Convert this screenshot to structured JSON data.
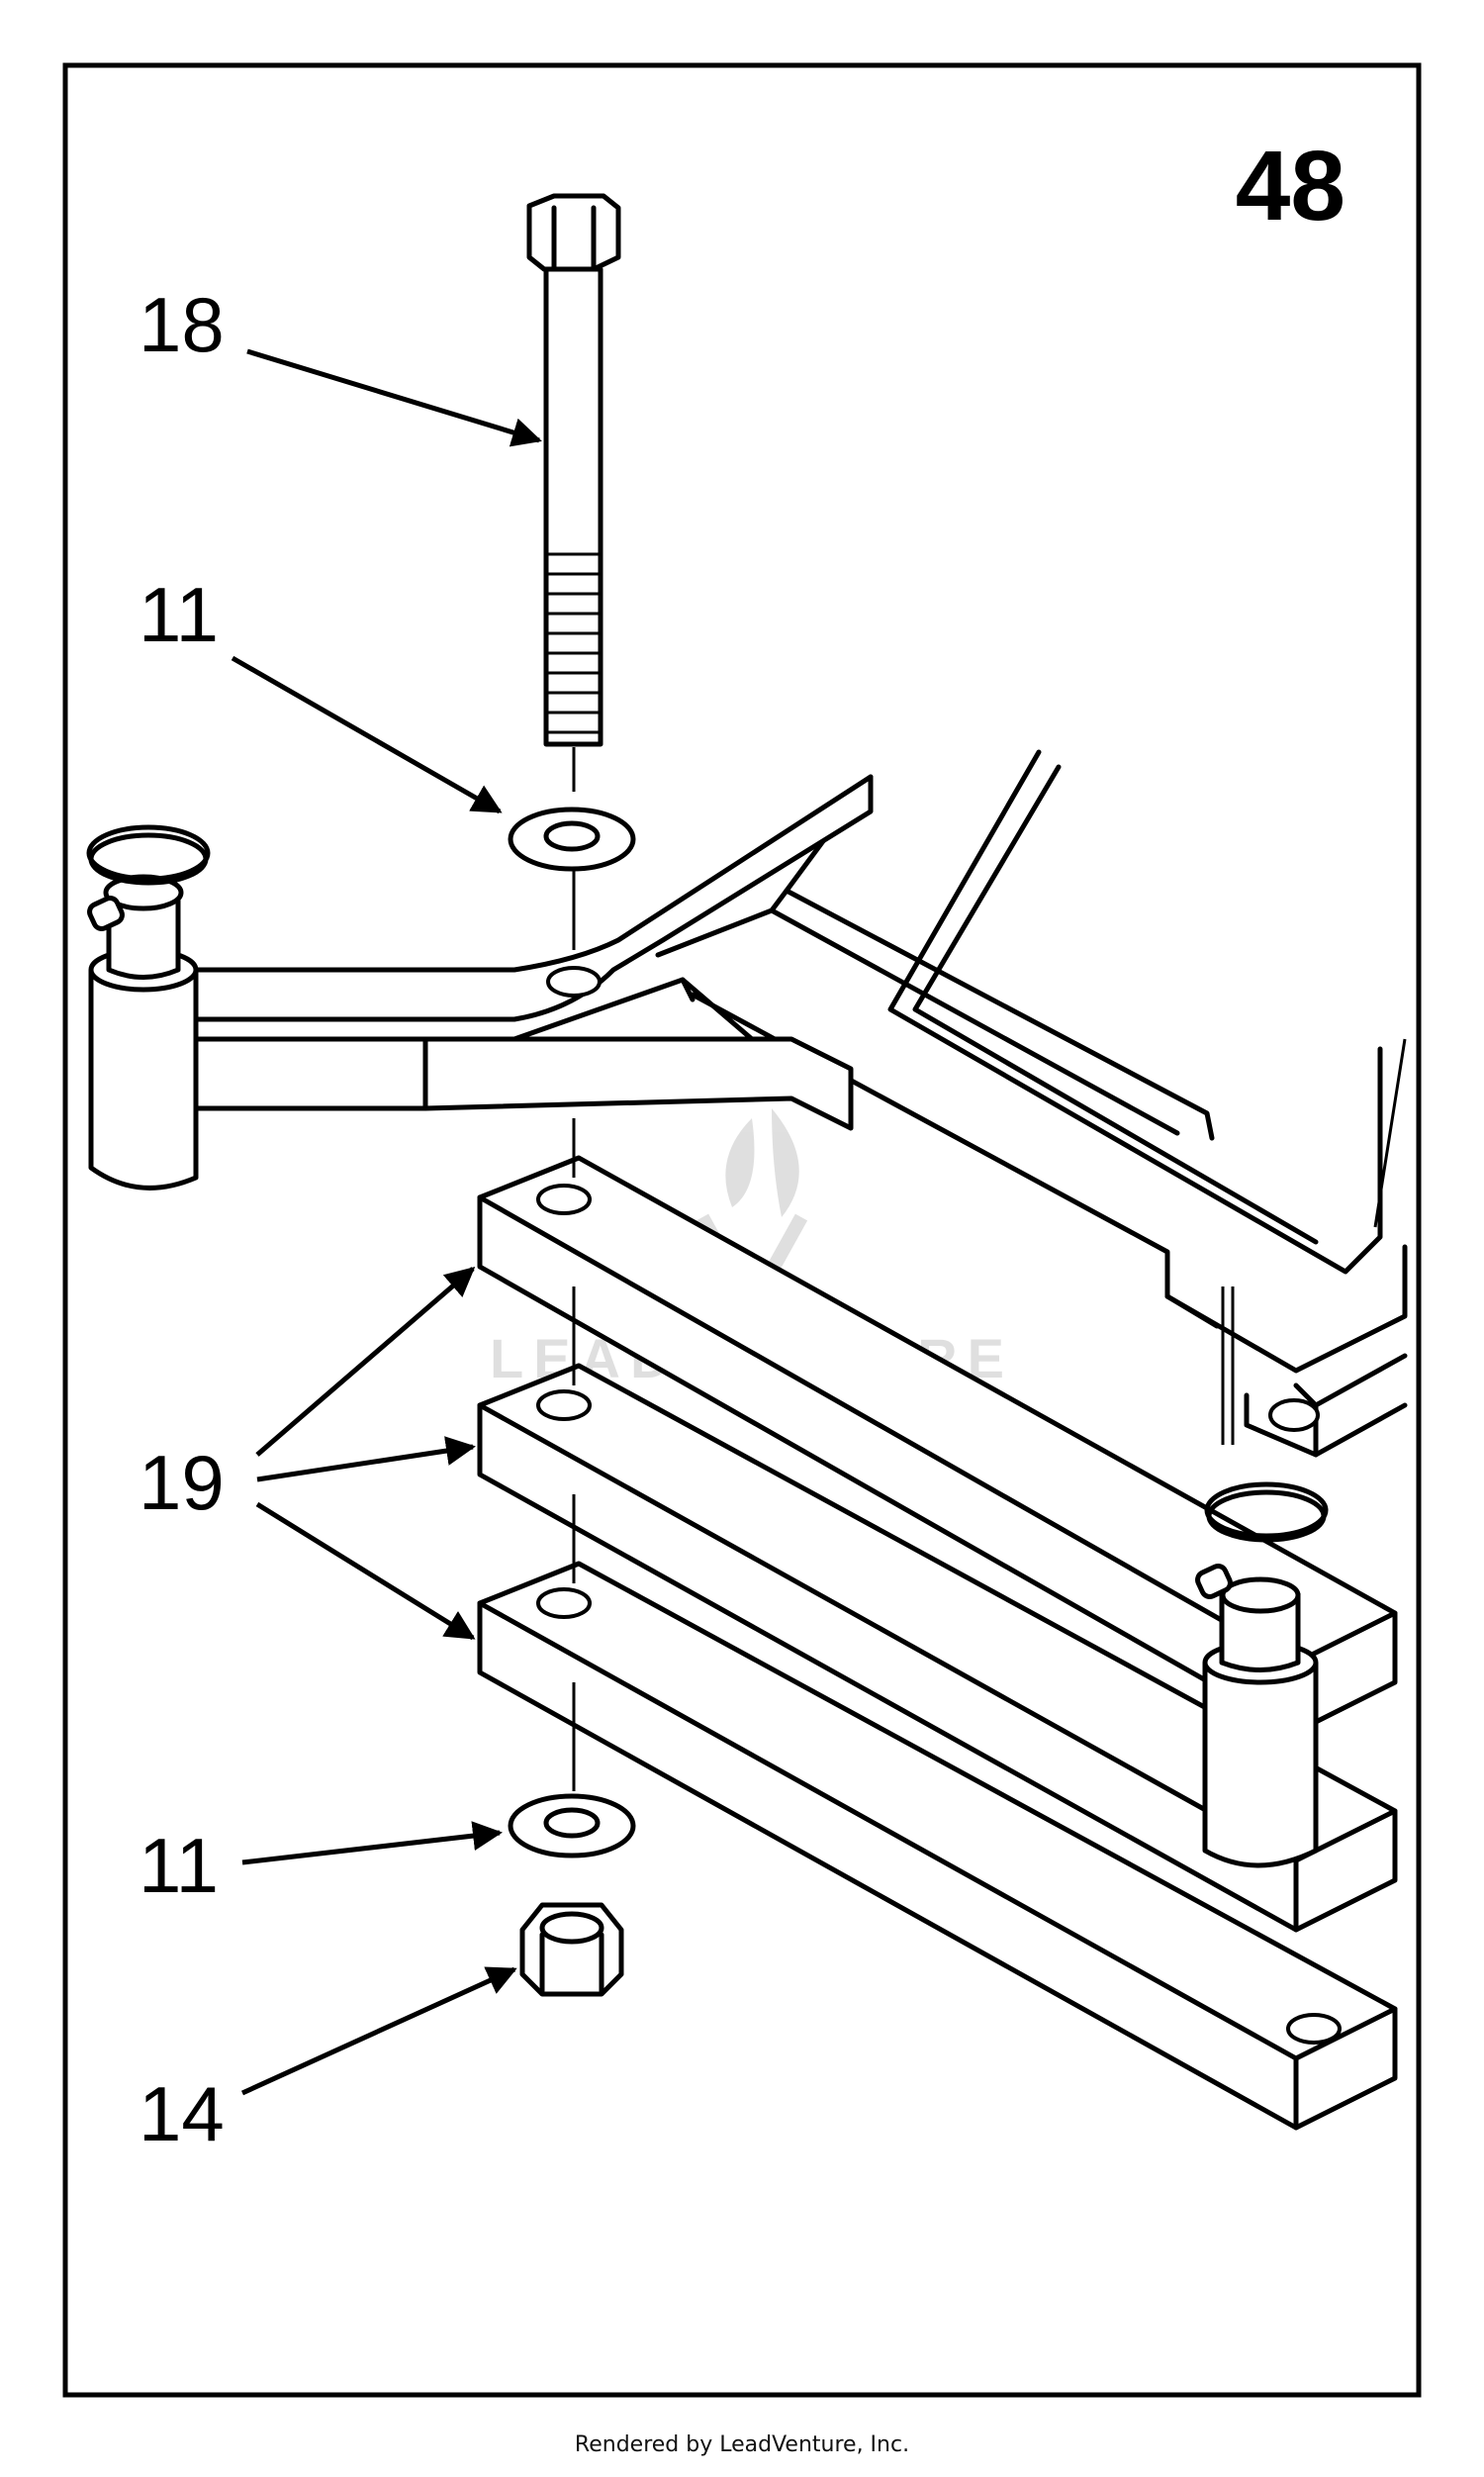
{
  "figure": {
    "number": "48"
  },
  "callouts": [
    {
      "id": "bolt",
      "label": "18"
    },
    {
      "id": "washer-top",
      "label": "11"
    },
    {
      "id": "spacer-bars",
      "label": "19"
    },
    {
      "id": "washer-bottom",
      "label": "11"
    },
    {
      "id": "nut",
      "label": "14"
    }
  ],
  "watermark": {
    "text": "LEADVENTURE"
  },
  "footer": {
    "text": "Rendered by LeadVenture, Inc."
  }
}
